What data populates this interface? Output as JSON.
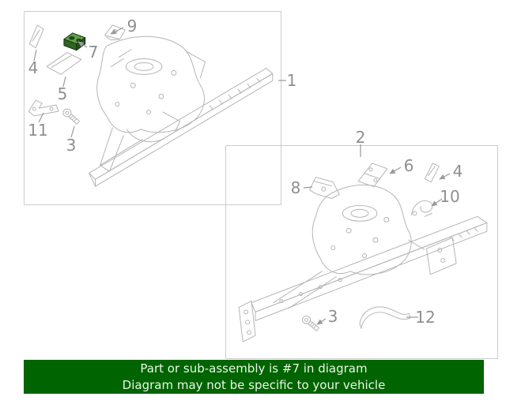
{
  "banner": {
    "line1": "Part or sub-assembly is #7 in diagram",
    "line2": "Diagram may not be specific to your vehicle"
  },
  "highlighted_part": "7",
  "callouts": {
    "diagram1": [
      {
        "label": "4"
      },
      {
        "label": "7"
      },
      {
        "label": "9"
      },
      {
        "label": "5"
      },
      {
        "label": "11"
      },
      {
        "label": "3"
      },
      {
        "label": "1"
      }
    ],
    "diagram2": [
      {
        "label": "2"
      },
      {
        "label": "6"
      },
      {
        "label": "4"
      },
      {
        "label": "8"
      },
      {
        "label": "10"
      },
      {
        "label": "3"
      },
      {
        "label": "12"
      }
    ]
  },
  "colors": {
    "banner_bg": "#006400",
    "banner_text": "#eaf7e6",
    "callout": "#8f8f8f",
    "leader": "#9a9a9a",
    "line_art": "#b4b4b4",
    "box_border": "#cccccc",
    "part_top": "#5f9e4a",
    "part_front": "#2f6424",
    "part_side": "#24501b",
    "part_outline": "#143311"
  }
}
